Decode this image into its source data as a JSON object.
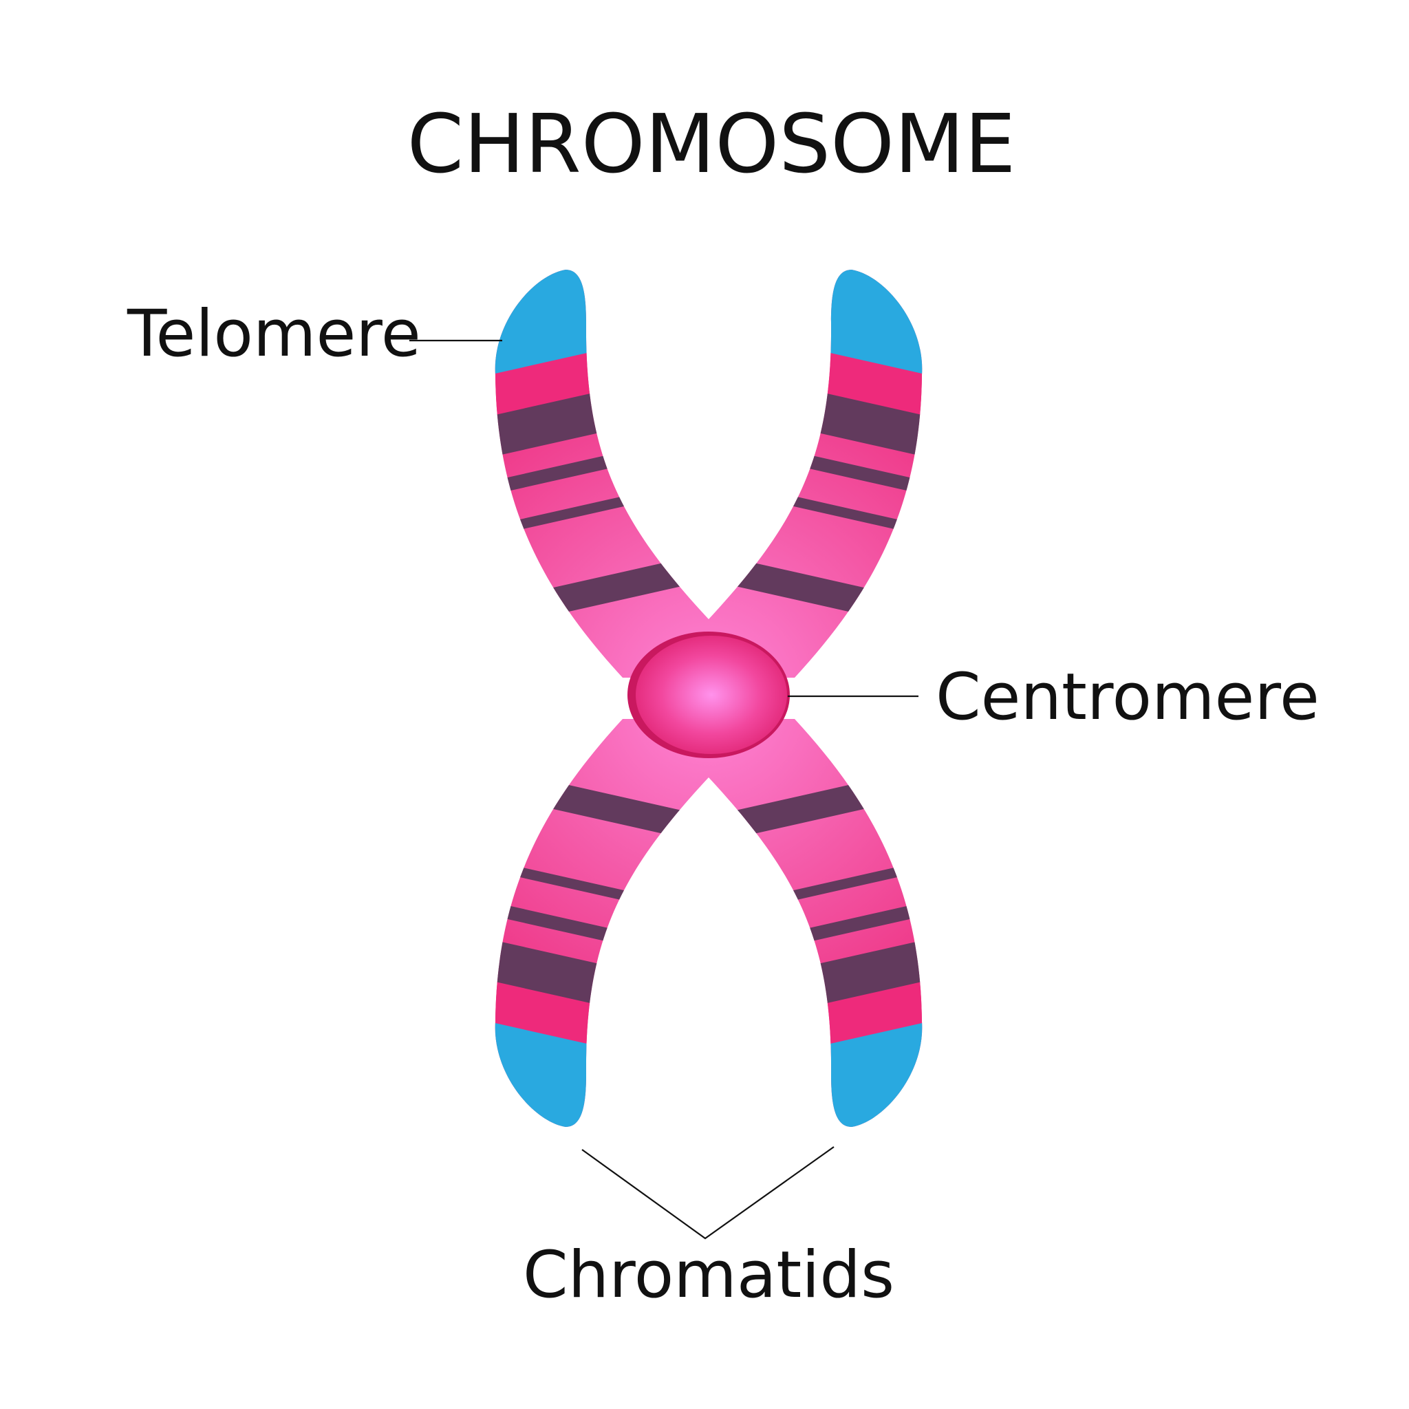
{
  "title": "CHROMOSOME",
  "labels": {
    "telomere": "Telomere",
    "centromere": "Centromere",
    "chromatids": "Chromatids"
  },
  "colors": {
    "telomere": "#29A9E0",
    "band_hot_pink": "#EE2A7B",
    "band_pink": "#F25CA8",
    "band_light_pink": "#FF80D0",
    "band_dark": "#623A5D",
    "centromere_core": "#FF8CE6",
    "centromere_edge": "#E1216F",
    "text": "#111111"
  }
}
